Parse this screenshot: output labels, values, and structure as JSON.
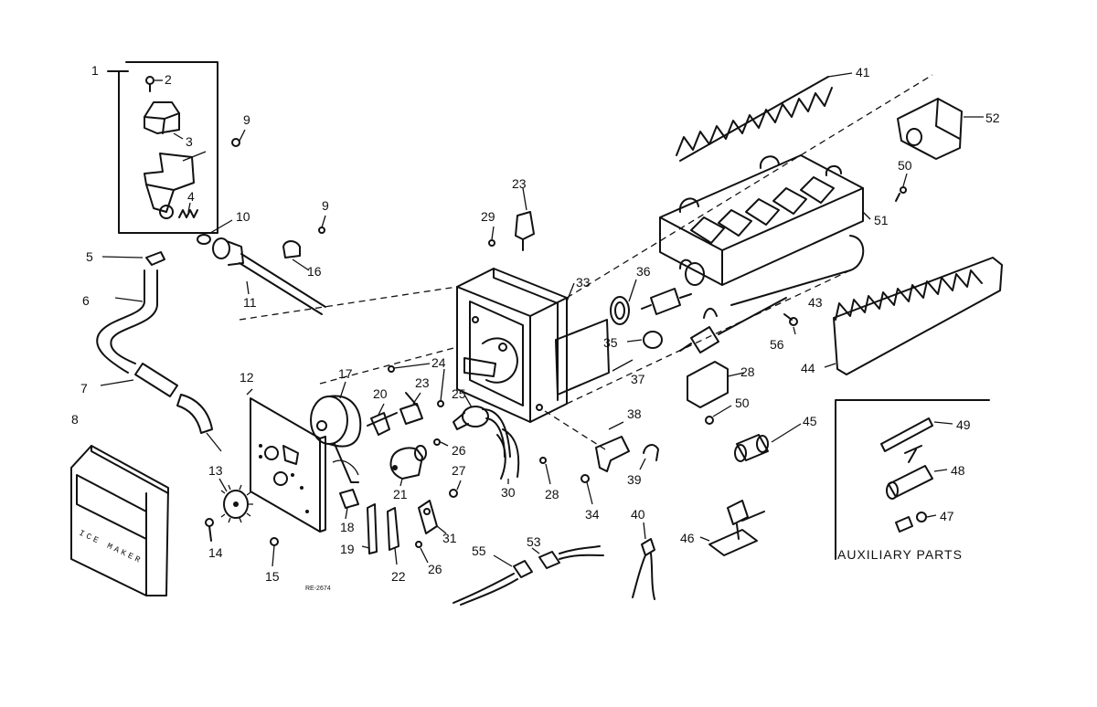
{
  "callouts": {
    "c1": "1",
    "c2": "2",
    "c3": "3",
    "c4": "4",
    "c5": "5",
    "c6": "6",
    "c7": "7",
    "c8": "8",
    "c9a": "9",
    "c9b": "9",
    "c10": "10",
    "c11": "11",
    "c12": "12",
    "c13": "13",
    "c14": "14",
    "c15": "15",
    "c16": "16",
    "c17": "17",
    "c18": "18",
    "c19": "19",
    "c20": "20",
    "c21": "21",
    "c22": "22",
    "c23a": "23",
    "c23b": "23",
    "c24": "24",
    "c25": "25",
    "c26a": "26",
    "c26b": "26",
    "c27": "27",
    "c28": "28",
    "c29": "29",
    "c30": "30",
    "c31": "31",
    "c33": "33",
    "c34": "34",
    "c35": "35",
    "c36": "36",
    "c37": "37",
    "c38": "38",
    "c39": "39",
    "c40": "40",
    "c41": "41",
    "c43": "43",
    "c44": "44",
    "c45": "45",
    "c46": "46",
    "c47": "47",
    "c48": "48",
    "c49": "49",
    "c50a": "50",
    "c50b": "50",
    "c51": "51",
    "c52": "52",
    "c53": "53",
    "c55": "55",
    "c56": "56",
    "c28b": "28"
  },
  "auxiliary_label": "AUXILIARY PARTS",
  "panel_label": "ICE MAKER",
  "drawing_code": "RE-2674"
}
